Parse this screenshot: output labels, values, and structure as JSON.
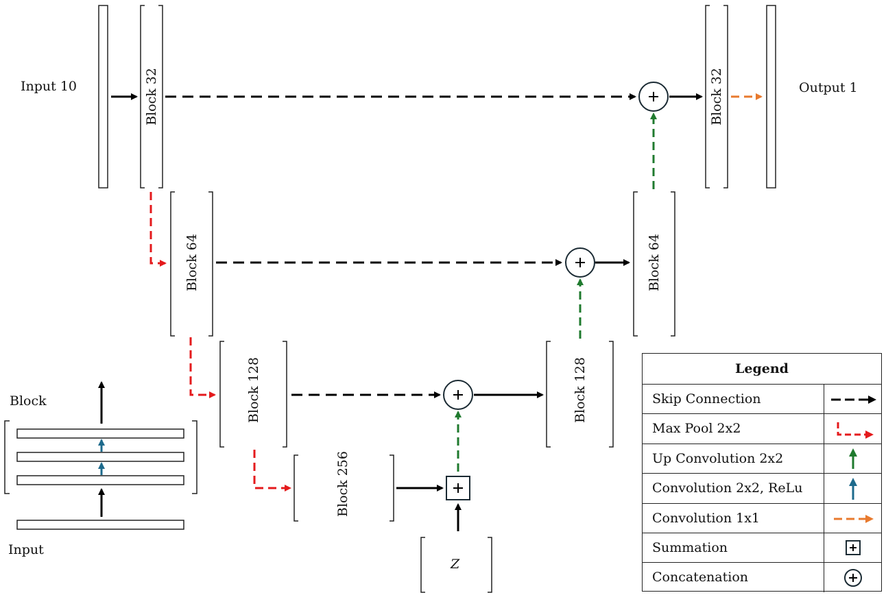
{
  "nodes": {
    "input_10": "Input 10",
    "output_1": "Output 1",
    "enc_block_32": "Block 32",
    "enc_block_64": "Block 64",
    "enc_block_128": "Block 128",
    "bottleneck_block_256": "Block 256",
    "dec_block_128": "Block 128",
    "dec_block_64": "Block 64",
    "dec_block_32": "Block 32",
    "latent_z": "Z"
  },
  "inset": {
    "block_label": "Block",
    "input_label": "Input"
  },
  "legend": {
    "title": "Legend",
    "items": [
      {
        "label": "Skip Connection",
        "icon": "skip-connection-arrow-icon"
      },
      {
        "label": "Max Pool 2x2",
        "icon": "max-pool-arrow-icon"
      },
      {
        "label": "Up Convolution 2x2",
        "icon": "up-convolution-arrow-icon"
      },
      {
        "label": "Convolution 2x2, ReLu",
        "icon": "convolution-relu-arrow-icon"
      },
      {
        "label": "Convolution 1x1",
        "icon": "convolution-1x1-arrow-icon"
      },
      {
        "label": "Summation",
        "icon": "summation-icon"
      },
      {
        "label": "Concatenation",
        "icon": "concatenation-icon"
      }
    ]
  },
  "colors": {
    "skip": "#000000",
    "max_pool": "#e41a1c",
    "up_conv": "#1f7a2e",
    "conv_relu": "#1d6a8c",
    "conv_1x1": "#e87a2e"
  }
}
